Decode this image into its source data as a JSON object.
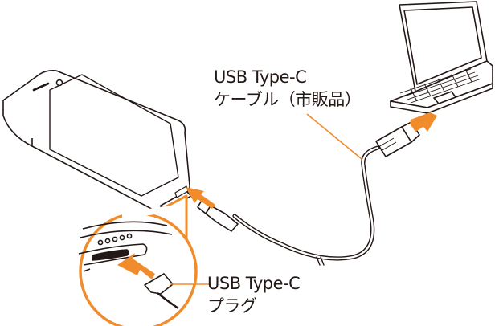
{
  "labels": {
    "cable_line1": "USB Type-C",
    "cable_line2": "ケーブル（市販品）",
    "plug_line1": "USB Type-C",
    "plug_line2": "プラグ"
  },
  "colors": {
    "line": "#231815",
    "accent": "#f08c2c",
    "white": "#ffffff"
  }
}
